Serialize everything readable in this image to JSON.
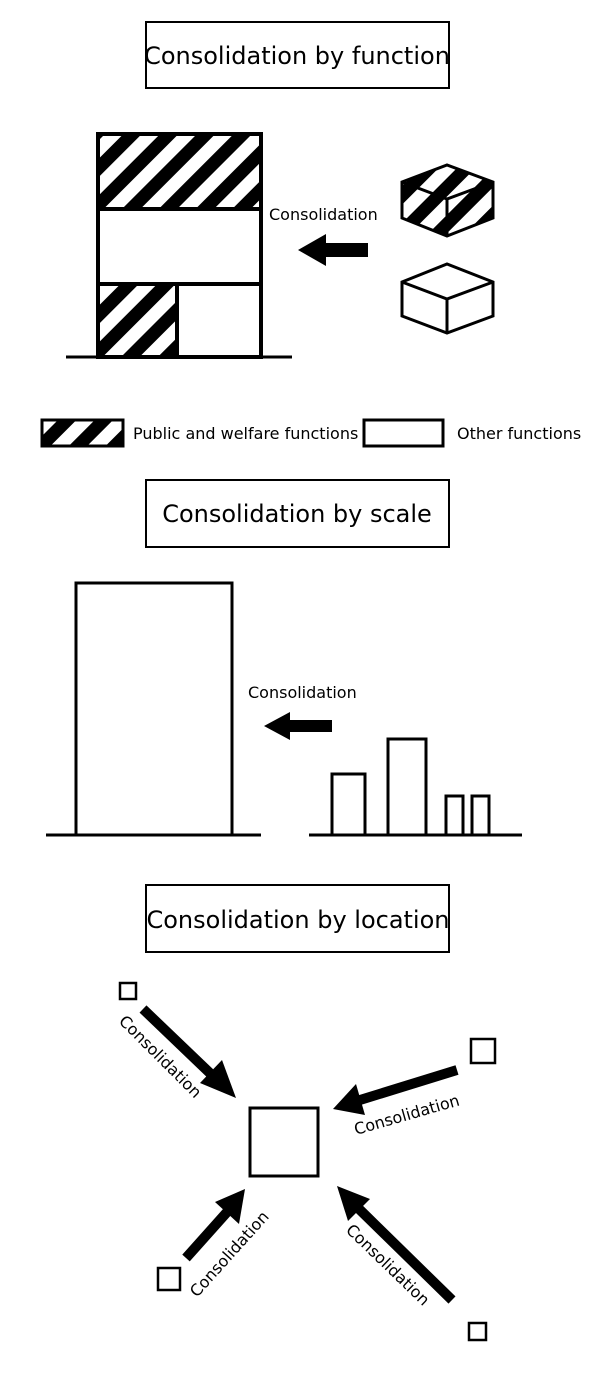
{
  "sections": {
    "function": {
      "title": "Consolidation by function",
      "arrow_label": "Consolidation"
    },
    "legend": {
      "public_label": "Public and welfare functions",
      "other_label": "Other functions"
    },
    "scale": {
      "title": "Consolidation by scale",
      "arrow_label": "Consolidation"
    },
    "location": {
      "title": "Consolidation by location",
      "arrow_labels": [
        "Consolidation",
        "Consolidation",
        "Consolidation",
        "Consolidation"
      ]
    }
  },
  "colors": {
    "stroke": "#000000",
    "fill": "#ffffff"
  }
}
